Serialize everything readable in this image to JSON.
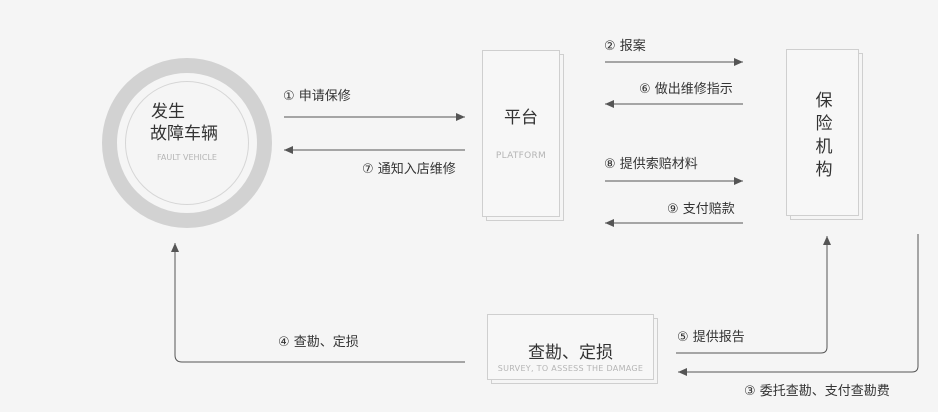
{
  "nodes": {
    "vehicle": {
      "title_line1": "发生",
      "title_line2": "故障车辆",
      "subtitle": "FAULT VEHICLE"
    },
    "platform": {
      "title": "平台",
      "subtitle": "PLATFORM"
    },
    "insurer": {
      "chars": [
        "保",
        "险",
        "机",
        "构"
      ]
    },
    "survey": {
      "title": "查勘、定损",
      "subtitle": "SURVEY, TO ASSESS THE DAMAGE"
    }
  },
  "steps": {
    "s1": "① 申请保修",
    "s2": "② 报案",
    "s3": "③ 委托查勘、支付查勘费",
    "s4": "④ 查勘、定损",
    "s5": "⑤ 提供报告",
    "s6": "⑥ 做出维修指示",
    "s7": "⑦ 通知入店维修",
    "s8": "⑧ 提供索赔材料",
    "s9": "⑨ 支付赔款"
  },
  "colors": {
    "line": "#555555",
    "box_border": "#cfcfcf",
    "ring": "#d2d2d2"
  }
}
